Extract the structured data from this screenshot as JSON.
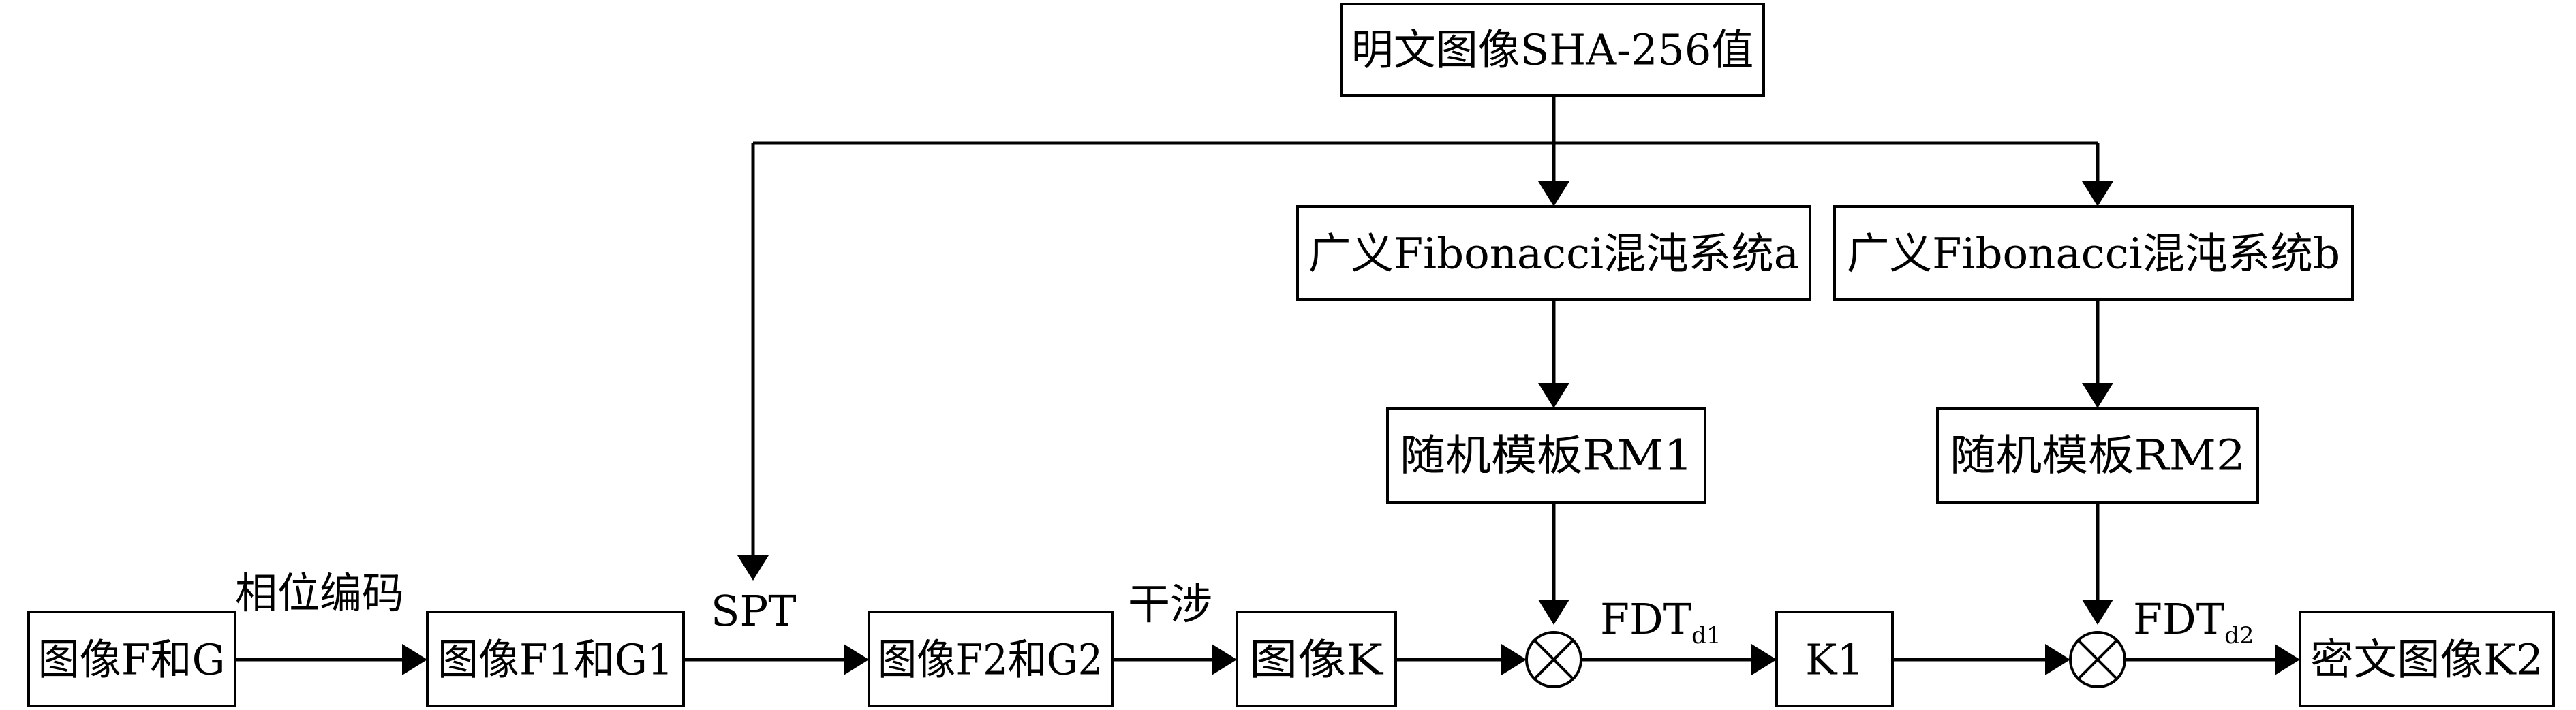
{
  "nodes": {
    "hash": "明文图像SHA-256值",
    "chaos_a": "广义Fibonacci混沌系统a",
    "chaos_b": "广义Fibonacci混沌系统b",
    "rm1": "随机模板RM1",
    "rm2": "随机模板RM2",
    "input_fg": "图像F和G",
    "img_f1g1": "图像F1和G1",
    "img_f2g2": "图像F2和G2",
    "img_k": "图像K",
    "k1": "K1",
    "cipher_k2": "密文图像K2"
  },
  "edges": {
    "phase_encoding": "相位编码",
    "spt": "SPT",
    "interference": "干涉",
    "fdt": "FDT",
    "fdt_d1_sub": "d1",
    "fdt_d2_sub": "d2"
  }
}
